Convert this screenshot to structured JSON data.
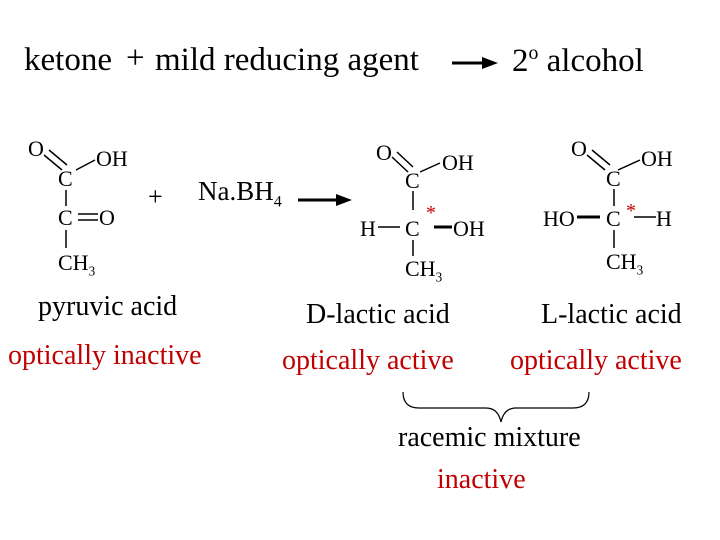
{
  "header": {
    "reactant1": "ketone",
    "plus": "+",
    "reactant2": "mild reducing agent",
    "product_num": "2",
    "product_sup": "o",
    "product": "alcohol"
  },
  "reaction": {
    "plus": "+",
    "reagent_main": "Na.BH",
    "reagent_sub": "4"
  },
  "pyruvic": {
    "o_top": "O",
    "oh": "OH",
    "c1": "C",
    "c2": "C",
    "o_ketone": "O",
    "ch3_main": "CH",
    "ch3_sub": "3",
    "name": "pyruvic acid",
    "activity": "optically inactive"
  },
  "d_lactic": {
    "o_top": "O",
    "oh_top": "OH",
    "c1": "C",
    "h": "H",
    "c2": "C",
    "star": "*",
    "oh": "OH",
    "ch3_main": "CH",
    "ch3_sub": "3",
    "name": "D-lactic acid",
    "activity": "optically active"
  },
  "l_lactic": {
    "o_top": "O",
    "oh_top": "OH",
    "c1": "C",
    "ho": "HO",
    "c2": "C",
    "star": "*",
    "h": "H",
    "ch3_main": "CH",
    "ch3_sub": "3",
    "name": "L-lactic acid",
    "activity": "optically active"
  },
  "racemic": {
    "line1": "racemic mixture",
    "line2": "inactive"
  },
  "colors": {
    "text": "#000000",
    "accent": "#c00000"
  }
}
